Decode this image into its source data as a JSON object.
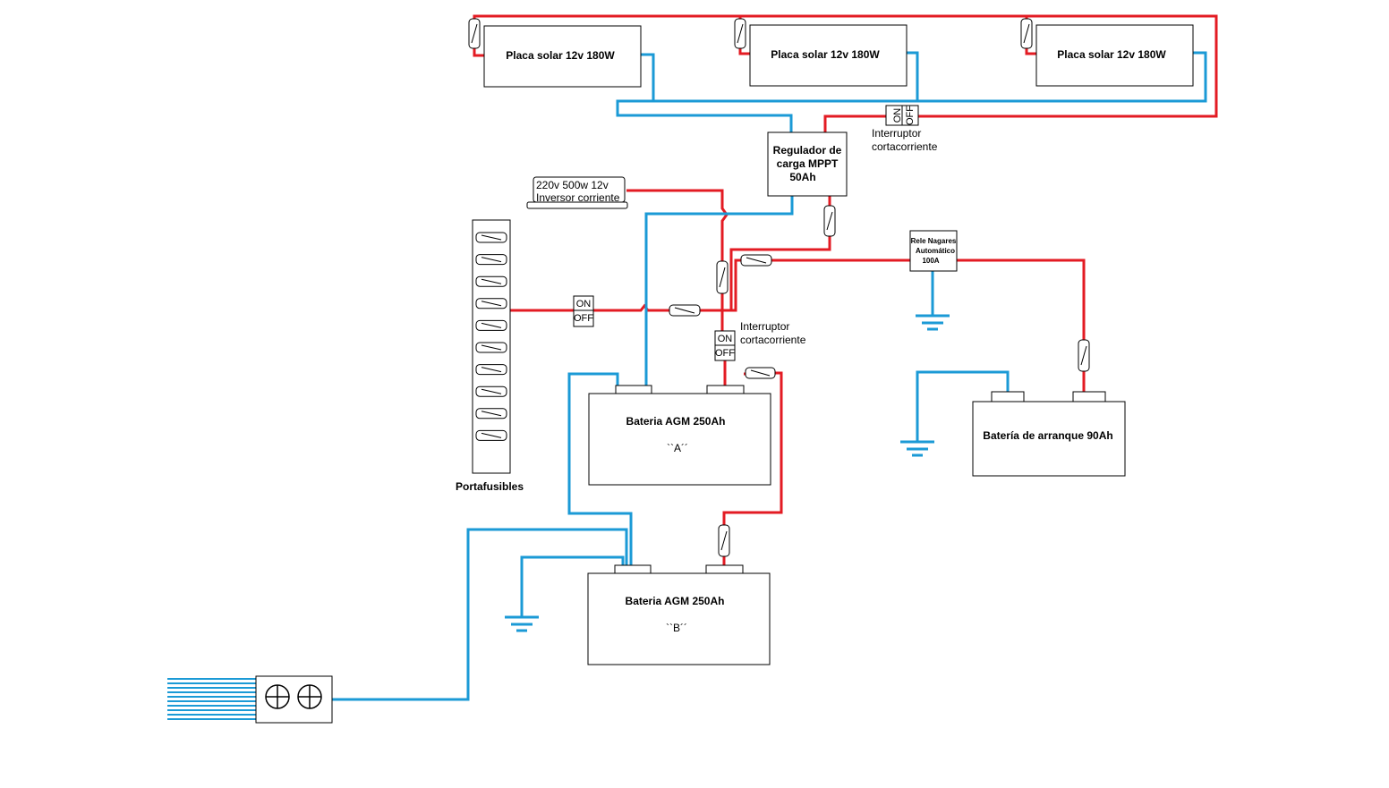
{
  "colors": {
    "positive_wire": "#e31b23",
    "negative_wire": "#1b9ad6",
    "outline": "#000000"
  },
  "solar_panels": [
    {
      "label": "Placa solar 12v 180W"
    },
    {
      "label": "Placa solar 12v 180W"
    },
    {
      "label": "Placa solar 12v 180W"
    }
  ],
  "regulator": {
    "line1": "Regulador de",
    "line2": "carga MPPT",
    "line3": "50Ah"
  },
  "switch_top": {
    "on": "ON",
    "off": "OFF",
    "label_line1": "Interruptor",
    "label_line2": "cortacorriente"
  },
  "inverter": {
    "line1": "220v  500w  12v",
    "line2": "Inversor corriente"
  },
  "fuse_box": {
    "label": "Portafusibles",
    "fuse_count": 10
  },
  "switch_fusebox": {
    "on": "ON",
    "off": "OFF"
  },
  "switch_middle": {
    "on": "ON",
    "off": "OFF",
    "label_line1": "Interruptor",
    "label_line2": "cortacorriente"
  },
  "relay": {
    "line1": "Rele Nagares",
    "line2": "Automático",
    "line3": "100A"
  },
  "battery_a": {
    "line1": "Bateria  AGM 250Ah",
    "line2": "``A´´"
  },
  "battery_b": {
    "line1": "Bateria  AGM 250Ah",
    "line2": "``B´´"
  },
  "starter_battery": {
    "label": "Batería de arranque  90Ah"
  },
  "icons": [
    "fuse-icon",
    "ground-icon",
    "switch-icon",
    "connector-icon",
    "inverter-icon"
  ]
}
